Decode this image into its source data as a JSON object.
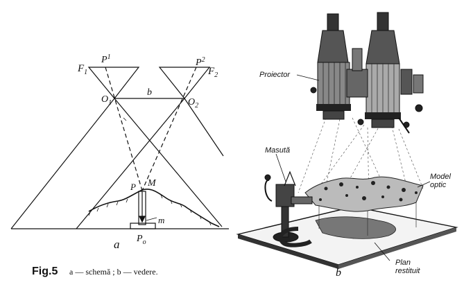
{
  "schema": {
    "labels": {
      "f1": "F",
      "f1_sub": "1",
      "f2": "F",
      "f2_sub": "2",
      "p1": "P",
      "p1_sub": "1",
      "p2": "P",
      "p2_sub": "2",
      "o1": "O",
      "o1_sub": "1",
      "o2": "O",
      "o2_sub": "2",
      "b": "b",
      "p": "P",
      "m_upper": "M",
      "m_lower": "m",
      "p0": "P",
      "p0_sub": "o",
      "panel": "a"
    }
  },
  "vedere": {
    "labels": {
      "projector": "Proiector",
      "masuta": "Masută",
      "model_line1": "Model",
      "model_line2": "optic",
      "plan_line1": "Plan",
      "plan_line2": "restituit",
      "panel": "b"
    }
  },
  "caption": {
    "fig": "Fig.5",
    "text": "a — schemă ; b — vedere."
  }
}
